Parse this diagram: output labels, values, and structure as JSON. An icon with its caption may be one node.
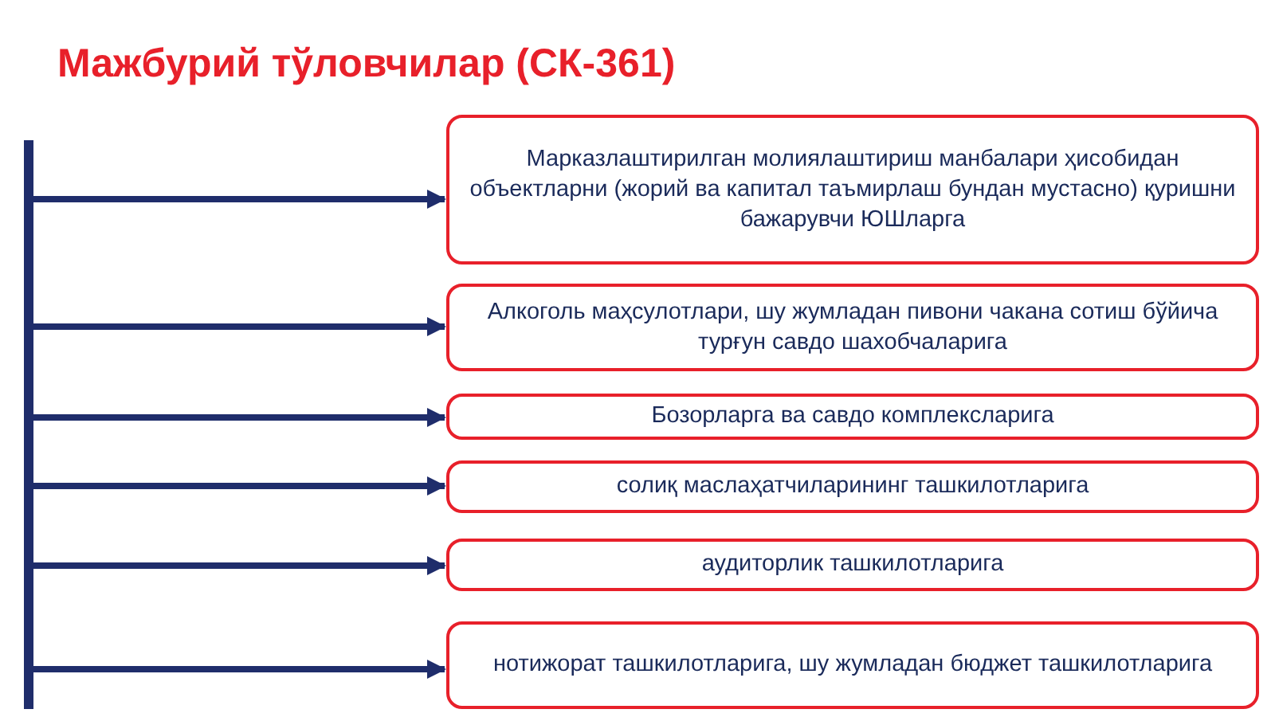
{
  "diagram": {
    "title": "Мажбурий тўловчилар (СК-361)",
    "nodes": [
      {
        "text": [],
        "shape": "bar"
      },
      {
        "text": [
          "Марказлаштирилган молиялаштириш манбалари ҳисобидан объектларни (жорий ва капитал таъмирлаш бундан мустасно) қуришни бажарувчи ЮШларга"
        ]
      },
      {
        "text": [
          "Алкоголь маҳсулотлари, шу жумладан пивони чакана сотиш бўйича турғун савдо шахобчаларига"
        ]
      },
      {
        "text": [
          "Бозорларга ва савдо комплексларига"
        ]
      },
      {
        "text": [
          "солиқ маслаҳатчиларининг ташкилотларига"
        ]
      },
      {
        "text": [
          "аудиторлик ташкилотларига"
        ]
      },
      {
        "text": [
          "нотижорат ташкилотларига, шу жумладан бюджет ташкилотларига"
        ]
      }
    ],
    "edges": [
      {
        "from": 0,
        "to": 1,
        "arrow": "to"
      },
      {
        "from": 0,
        "to": 2,
        "arrow": "to"
      },
      {
        "from": 0,
        "to": 3,
        "arrow": "to"
      },
      {
        "from": 0,
        "to": 4,
        "arrow": "to"
      },
      {
        "from": 0,
        "to": 5,
        "arrow": "to"
      },
      {
        "from": 0,
        "to": 6,
        "arrow": "to"
      }
    ]
  }
}
